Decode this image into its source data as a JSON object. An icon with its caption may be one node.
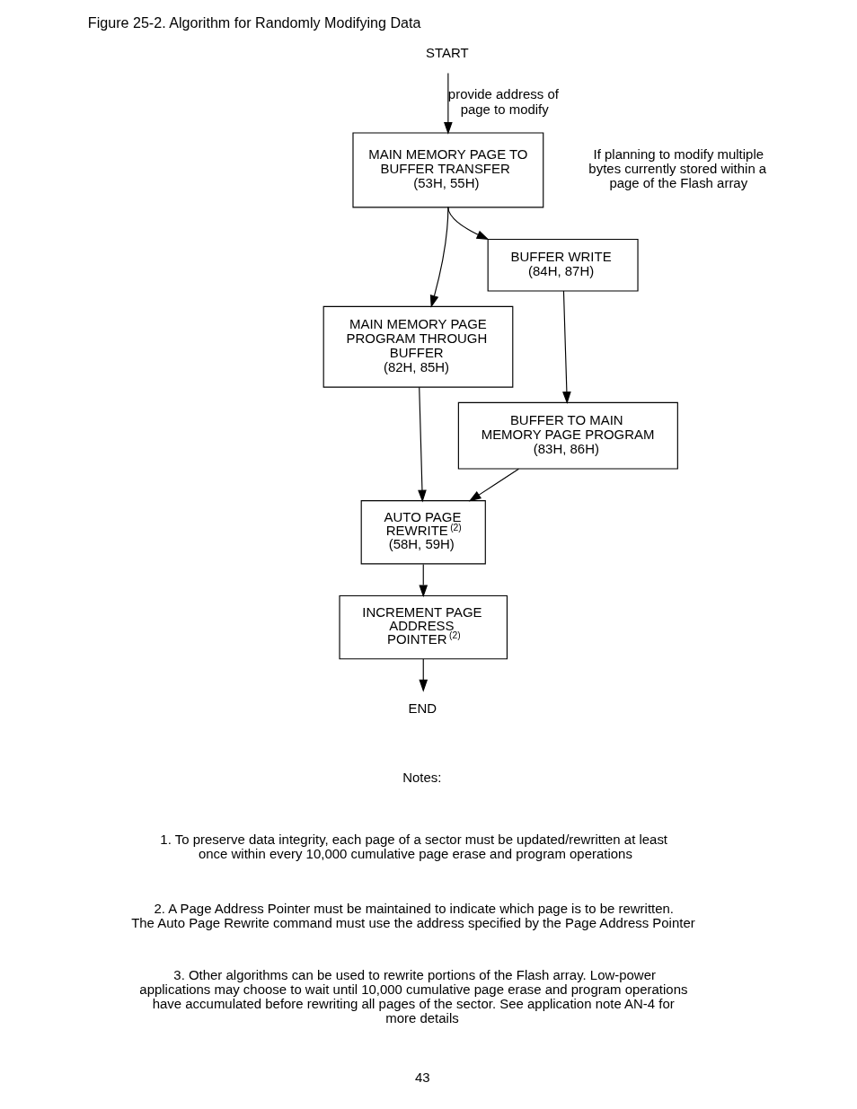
{
  "diagram": {
    "title": "Figure 25-2. Algorithm for Randomly Modifying Data",
    "nodes": [
      {
        "text": [
          "START"
        ]
      },
      {
        "text": [
          "MAIN MEMORY PAGE TO BUFFER TRANSFER",
          "(53H, 55H)"
        ],
        "beside": [
          "If planning to modify multiple bytes currently stored within a page of the Flash array"
        ]
      },
      {
        "text": [
          "MAIN MEMORY PAGE PROGRAM THROUGH BUFFER",
          "(82H, 85H)"
        ]
      },
      {
        "text": [
          "BUFFER WRITE",
          "(84H, 87H)"
        ]
      },
      {
        "text": [
          "BUFFER TO MAIN MEMORY PAGE PROGRAM",
          "(83H, 86H)"
        ]
      },
      {
        "text": [
          "AUTO PAGE REWRITE$^{(2)}$",
          "(58H, 59H)"
        ]
      },
      {
        "text": [
          "INCREMENT PAGE ADDRESS POINTER$^{(2)}$"
        ]
      },
      {
        "text": [
          "END"
        ]
      }
    ],
    "edges": [
      {
        "from": 0,
        "to": 1,
        "arrow": "to",
        "label": "provide address of page to modify"
      },
      {
        "from": 1,
        "to": 2,
        "arrow": "to"
      },
      {
        "from": 1,
        "to": 3,
        "arrow": "to"
      },
      {
        "from": 3,
        "to": 4,
        "arrow": "to"
      },
      {
        "from": 2,
        "to": 5,
        "arrow": "to"
      },
      {
        "from": 4,
        "to": 5,
        "arrow": "to"
      },
      {
        "from": 5,
        "to": 6,
        "arrow": "to"
      },
      {
        "from": 6,
        "to": 7,
        "arrow": "to"
      }
    ],
    "labels": [
      "Notes:",
      "1. To preserve data integrity, each page of a sector must be updated/rewritten at least once within every 10,000 cumulative page erase and program operations",
      "2. A Page Address Pointer must be maintained to indicate which page is to be rewritten. The Auto Page Rewrite command must use the address specified by the Page Address Pointer",
      "3. Other algorithms can be used to rewrite portions of the Flash array. Low-power applications may choose to wait until 10,000 cumulative page erase and program operations have accumulated before rewriting all pages of the sector. See application note AN-4 for more details",
      "43"
    ]
  }
}
